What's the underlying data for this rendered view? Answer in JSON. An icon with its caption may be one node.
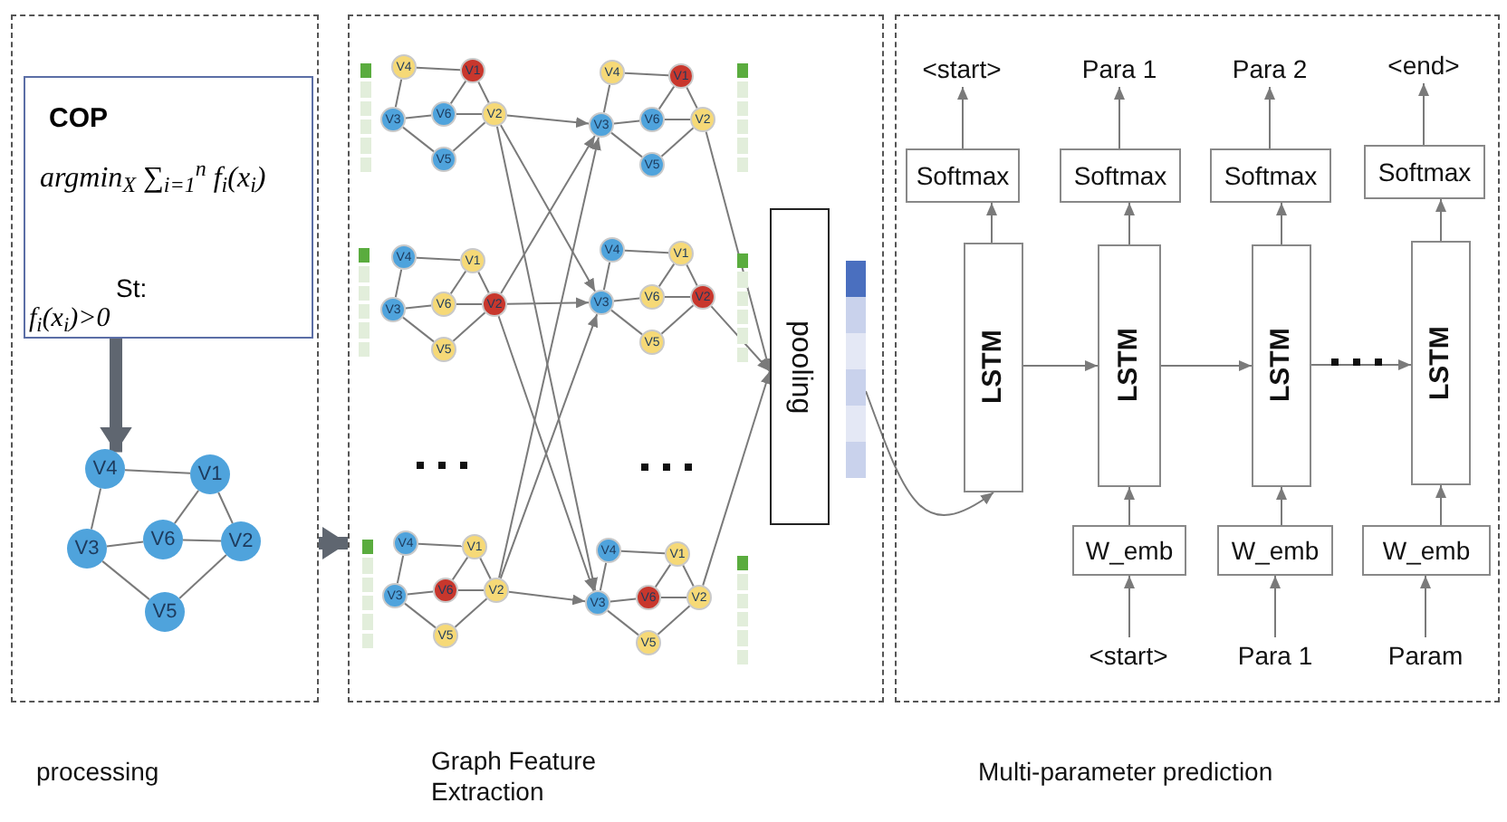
{
  "diagram": {
    "nodes": [
      {
        "text": [],
        "shape": "box",
        "beside": [
          "processing"
        ]
      },
      {
        "text": [],
        "shape": "box",
        "beside": [
          "Graph Feature Extraction"
        ]
      },
      {
        "text": [],
        "shape": "box",
        "beside": [
          "Multi-parameter prediction"
        ]
      },
      {
        "text": [
          "COP",
          "argmin$_{X}$ ∑$_{i=1}$$^{n}$ f$_{i}$(x$_{i}$)",
          "St:",
          "f$_{i}$(x$_{i}$)>0"
        ],
        "in": 0
      },
      {
        "text": [
          "V4"
        ],
        "in": 0
      },
      {
        "text": [
          "V1"
        ],
        "in": 0
      },
      {
        "text": [
          "V3"
        ],
        "in": 0
      },
      {
        "text": [
          "V6"
        ],
        "in": 0
      },
      {
        "text": [
          "V2"
        ],
        "in": 0
      },
      {
        "text": [
          "V5"
        ],
        "in": 0
      },
      {
        "text": [
          "V4"
        ],
        "in": 1
      },
      {
        "text": [
          "V1"
        ],
        "in": 1
      },
      {
        "text": [
          "V3"
        ],
        "in": 1
      },
      {
        "text": [
          "V6"
        ],
        "in": 1
      },
      {
        "text": [
          "V2"
        ],
        "in": 1
      },
      {
        "text": [
          "V5"
        ],
        "in": 1
      },
      {
        "text": [
          "V4"
        ],
        "in": 1
      },
      {
        "text": [
          "V1"
        ],
        "in": 1
      },
      {
        "text": [
          "V3"
        ],
        "in": 1
      },
      {
        "text": [
          "V6"
        ],
        "in": 1
      },
      {
        "text": [
          "V2"
        ],
        "in": 1
      },
      {
        "text": [
          "V5"
        ],
        "in": 1
      },
      {
        "text": [
          "V4"
        ],
        "in": 1
      },
      {
        "text": [
          "V1"
        ],
        "in": 1
      },
      {
        "text": [
          "V3"
        ],
        "in": 1
      },
      {
        "text": [
          "V6"
        ],
        "in": 1
      },
      {
        "text": [
          "V2"
        ],
        "in": 1
      },
      {
        "text": [
          "V5"
        ],
        "in": 1
      },
      {
        "text": [
          "V4"
        ],
        "in": 1
      },
      {
        "text": [
          "V1"
        ],
        "in": 1
      },
      {
        "text": [
          "V3"
        ],
        "in": 1
      },
      {
        "text": [
          "V6"
        ],
        "in": 1
      },
      {
        "text": [
          "V2"
        ],
        "in": 1
      },
      {
        "text": [
          "V5"
        ],
        "in": 1
      },
      {
        "text": [
          "V4"
        ],
        "in": 1
      },
      {
        "text": [
          "V1"
        ],
        "in": 1
      },
      {
        "text": [
          "V3"
        ],
        "in": 1
      },
      {
        "text": [
          "V6"
        ],
        "in": 1
      },
      {
        "text": [
          "V2"
        ],
        "in": 1
      },
      {
        "text": [
          "V5"
        ],
        "in": 1
      },
      {
        "text": [
          "V4"
        ],
        "in": 1
      },
      {
        "text": [
          "V1"
        ],
        "in": 1
      },
      {
        "text": [
          "V3"
        ],
        "in": 1
      },
      {
        "text": [
          "V6"
        ],
        "in": 1
      },
      {
        "text": [
          "V2"
        ],
        "in": 1
      },
      {
        "text": [
          "V5"
        ],
        "in": 1
      },
      {
        "text": [
          "pooling"
        ],
        "in": 1
      },
      {
        "text": [],
        "shape": "bar",
        "in": 1
      },
      {
        "text": [
          "<start>"
        ],
        "in": 2
      },
      {
        "text": [
          "Para 1"
        ],
        "in": 2
      },
      {
        "text": [
          "Para 2"
        ],
        "in": 2
      },
      {
        "text": [
          "<end>"
        ],
        "in": 2
      },
      {
        "text": [
          "Softmax"
        ],
        "in": 2
      },
      {
        "text": [
          "Softmax"
        ],
        "in": 2
      },
      {
        "text": [
          "Softmax"
        ],
        "in": 2
      },
      {
        "text": [
          "Softmax"
        ],
        "in": 2
      },
      {
        "text": [
          "LSTM"
        ],
        "in": 2
      },
      {
        "text": [
          "LSTM"
        ],
        "in": 2
      },
      {
        "text": [
          "LSTM"
        ],
        "in": 2
      },
      {
        "text": [
          "LSTM"
        ],
        "in": 2
      },
      {
        "text": [
          "W_emb"
        ],
        "in": 2
      },
      {
        "text": [
          "W_emb"
        ],
        "in": 2
      },
      {
        "text": [
          "W_emb"
        ],
        "in": 2
      },
      {
        "text": [
          "<start>"
        ],
        "in": 2
      },
      {
        "text": [
          "Para 1"
        ],
        "in": 2
      },
      {
        "text": [
          "Param"
        ],
        "in": 2
      }
    ],
    "edges": [
      {
        "from": 4,
        "to": 5,
        "arrow": "none"
      },
      {
        "from": 4,
        "to": 6,
        "arrow": "none"
      },
      {
        "from": 5,
        "to": 7,
        "arrow": "none"
      },
      {
        "from": 5,
        "to": 8,
        "arrow": "none"
      },
      {
        "from": 6,
        "to": 7,
        "arrow": "none"
      },
      {
        "from": 7,
        "to": 8,
        "arrow": "none"
      },
      {
        "from": 6,
        "to": 9,
        "arrow": "none"
      },
      {
        "from": 9,
        "to": 8,
        "arrow": "none"
      },
      {
        "from": 10,
        "to": 11,
        "arrow": "none"
      },
      {
        "from": 10,
        "to": 12,
        "arrow": "none"
      },
      {
        "from": 11,
        "to": 13,
        "arrow": "none"
      },
      {
        "from": 11,
        "to": 14,
        "arrow": "none"
      },
      {
        "from": 12,
        "to": 13,
        "arrow": "none"
      },
      {
        "from": 13,
        "to": 14,
        "arrow": "none"
      },
      {
        "from": 12,
        "to": 15,
        "arrow": "none"
      },
      {
        "from": 15,
        "to": 14,
        "arrow": "none"
      },
      {
        "from": 16,
        "to": 17,
        "arrow": "none"
      },
      {
        "from": 16,
        "to": 18,
        "arrow": "none"
      },
      {
        "from": 17,
        "to": 19,
        "arrow": "none"
      },
      {
        "from": 17,
        "to": 20,
        "arrow": "none"
      },
      {
        "from": 18,
        "to": 19,
        "arrow": "none"
      },
      {
        "from": 19,
        "to": 20,
        "arrow": "none"
      },
      {
        "from": 18,
        "to": 21,
        "arrow": "none"
      },
      {
        "from": 21,
        "to": 20,
        "arrow": "none"
      },
      {
        "from": 22,
        "to": 23,
        "arrow": "none"
      },
      {
        "from": 22,
        "to": 24,
        "arrow": "none"
      },
      {
        "from": 23,
        "to": 25,
        "arrow": "none"
      },
      {
        "from": 23,
        "to": 26,
        "arrow": "none"
      },
      {
        "from": 24,
        "to": 25,
        "arrow": "none"
      },
      {
        "from": 25,
        "to": 26,
        "arrow": "none"
      },
      {
        "from": 24,
        "to": 27,
        "arrow": "none"
      },
      {
        "from": 27,
        "to": 26,
        "arrow": "none"
      },
      {
        "from": 28,
        "to": 29,
        "arrow": "none"
      },
      {
        "from": 28,
        "to": 30,
        "arrow": "none"
      },
      {
        "from": 29,
        "to": 31,
        "arrow": "none"
      },
      {
        "from": 29,
        "to": 32,
        "arrow": "none"
      },
      {
        "from": 30,
        "to": 31,
        "arrow": "none"
      },
      {
        "from": 31,
        "to": 32,
        "arrow": "none"
      },
      {
        "from": 30,
        "to": 33,
        "arrow": "none"
      },
      {
        "from": 33,
        "to": 32,
        "arrow": "none"
      },
      {
        "from": 34,
        "to": 35,
        "arrow": "none"
      },
      {
        "from": 34,
        "to": 36,
        "arrow": "none"
      },
      {
        "from": 35,
        "to": 37,
        "arrow": "none"
      },
      {
        "from": 35,
        "to": 38,
        "arrow": "none"
      },
      {
        "from": 36,
        "to": 37,
        "arrow": "none"
      },
      {
        "from": 37,
        "to": 38,
        "arrow": "none"
      },
      {
        "from": 36,
        "to": 39,
        "arrow": "none"
      },
      {
        "from": 39,
        "to": 38,
        "arrow": "none"
      },
      {
        "from": 40,
        "to": 41,
        "arrow": "none"
      },
      {
        "from": 40,
        "to": 42,
        "arrow": "none"
      },
      {
        "from": 41,
        "to": 43,
        "arrow": "none"
      },
      {
        "from": 41,
        "to": 44,
        "arrow": "none"
      },
      {
        "from": 42,
        "to": 43,
        "arrow": "none"
      },
      {
        "from": 43,
        "to": 44,
        "arrow": "none"
      },
      {
        "from": 42,
        "to": 45,
        "arrow": "none"
      },
      {
        "from": 45,
        "to": 44,
        "arrow": "none"
      },
      {
        "from": 3,
        "to": 4,
        "arrow": "to",
        "style": "thick",
        "color": "#5f6670"
      },
      {
        "from": 0,
        "to": 1,
        "arrow": "to",
        "style": "thick",
        "color": "#5f6670"
      },
      {
        "from": 14,
        "to": 30,
        "arrow": "to"
      },
      {
        "from": 14,
        "to": 36,
        "arrow": "to"
      },
      {
        "from": 14,
        "to": 42,
        "arrow": "to"
      },
      {
        "from": 20,
        "to": 30,
        "arrow": "to"
      },
      {
        "from": 20,
        "to": 36,
        "arrow": "to"
      },
      {
        "from": 20,
        "to": 42,
        "arrow": "to"
      },
      {
        "from": 26,
        "to": 30,
        "arrow": "to"
      },
      {
        "from": 26,
        "to": 36,
        "arrow": "to"
      },
      {
        "from": 26,
        "to": 42,
        "arrow": "to"
      },
      {
        "from": 32,
        "to": 46,
        "arrow": "to"
      },
      {
        "from": 38,
        "to": 46,
        "arrow": "to"
      },
      {
        "from": 44,
        "to": 46,
        "arrow": "to"
      },
      {
        "from": 47,
        "to": 56,
        "arrow": "to"
      },
      {
        "from": 52,
        "to": 48,
        "arrow": "to"
      },
      {
        "from": 53,
        "to": 49,
        "arrow": "to"
      },
      {
        "from": 54,
        "to": 50,
        "arrow": "to"
      },
      {
        "from": 55,
        "to": 51,
        "arrow": "to"
      },
      {
        "from": 56,
        "to": 52,
        "arrow": "to"
      },
      {
        "from": 57,
        "to": 53,
        "arrow": "to"
      },
      {
        "from": 58,
        "to": 54,
        "arrow": "to"
      },
      {
        "from": 59,
        "to": 55,
        "arrow": "to"
      },
      {
        "from": 56,
        "to": 57,
        "arrow": "to"
      },
      {
        "from": 57,
        "to": 58,
        "arrow": "to"
      },
      {
        "from": 58,
        "to": 59,
        "arrow": "to"
      },
      {
        "from": 60,
        "to": 57,
        "arrow": "to"
      },
      {
        "from": 61,
        "to": 58,
        "arrow": "to"
      },
      {
        "from": 62,
        "to": 59,
        "arrow": "to"
      },
      {
        "from": 63,
        "to": 60,
        "arrow": "to"
      },
      {
        "from": 64,
        "to": 61,
        "arrow": "to"
      },
      {
        "from": 65,
        "to": 62,
        "arrow": "to"
      }
    ]
  }
}
